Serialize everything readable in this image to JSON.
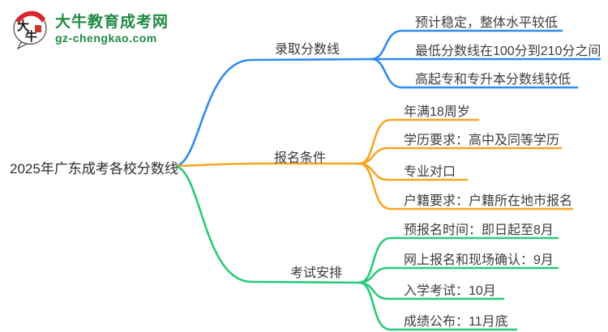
{
  "logo": {
    "title": "大牛教育成考网",
    "subtitle": "gz-chengkao.com",
    "icon": "daniu-bull-speech-bubble-icon",
    "brand_green": "#1f8a44",
    "brand_red": "#d8262c"
  },
  "root": {
    "label": "2025年广东成考各校分数线"
  },
  "colors": {
    "branch_blue": "#2d8cf0",
    "branch_orange": "#f5a623",
    "branch_green": "#29cb77",
    "text": "#3a3a3a"
  },
  "branches": [
    {
      "label": "录取分数线",
      "color": "#2d8cf0",
      "children": [
        "预计稳定，整体水平较低",
        "最低分数线在100分到210分之间",
        "高起专和专升本分数线较低"
      ]
    },
    {
      "label": "报名条件",
      "color": "#f5a623",
      "children": [
        "年满18周岁",
        "学历要求：高中及同等学历",
        "专业对口",
        "户籍要求：户籍所在地市报名"
      ]
    },
    {
      "label": "考试安排",
      "color": "#29cb77",
      "children": [
        "预报名时间：即日起至8月",
        "网上报名和现场确认：9月",
        "入学考试：10月",
        "成绩公布：11月底"
      ]
    }
  ]
}
